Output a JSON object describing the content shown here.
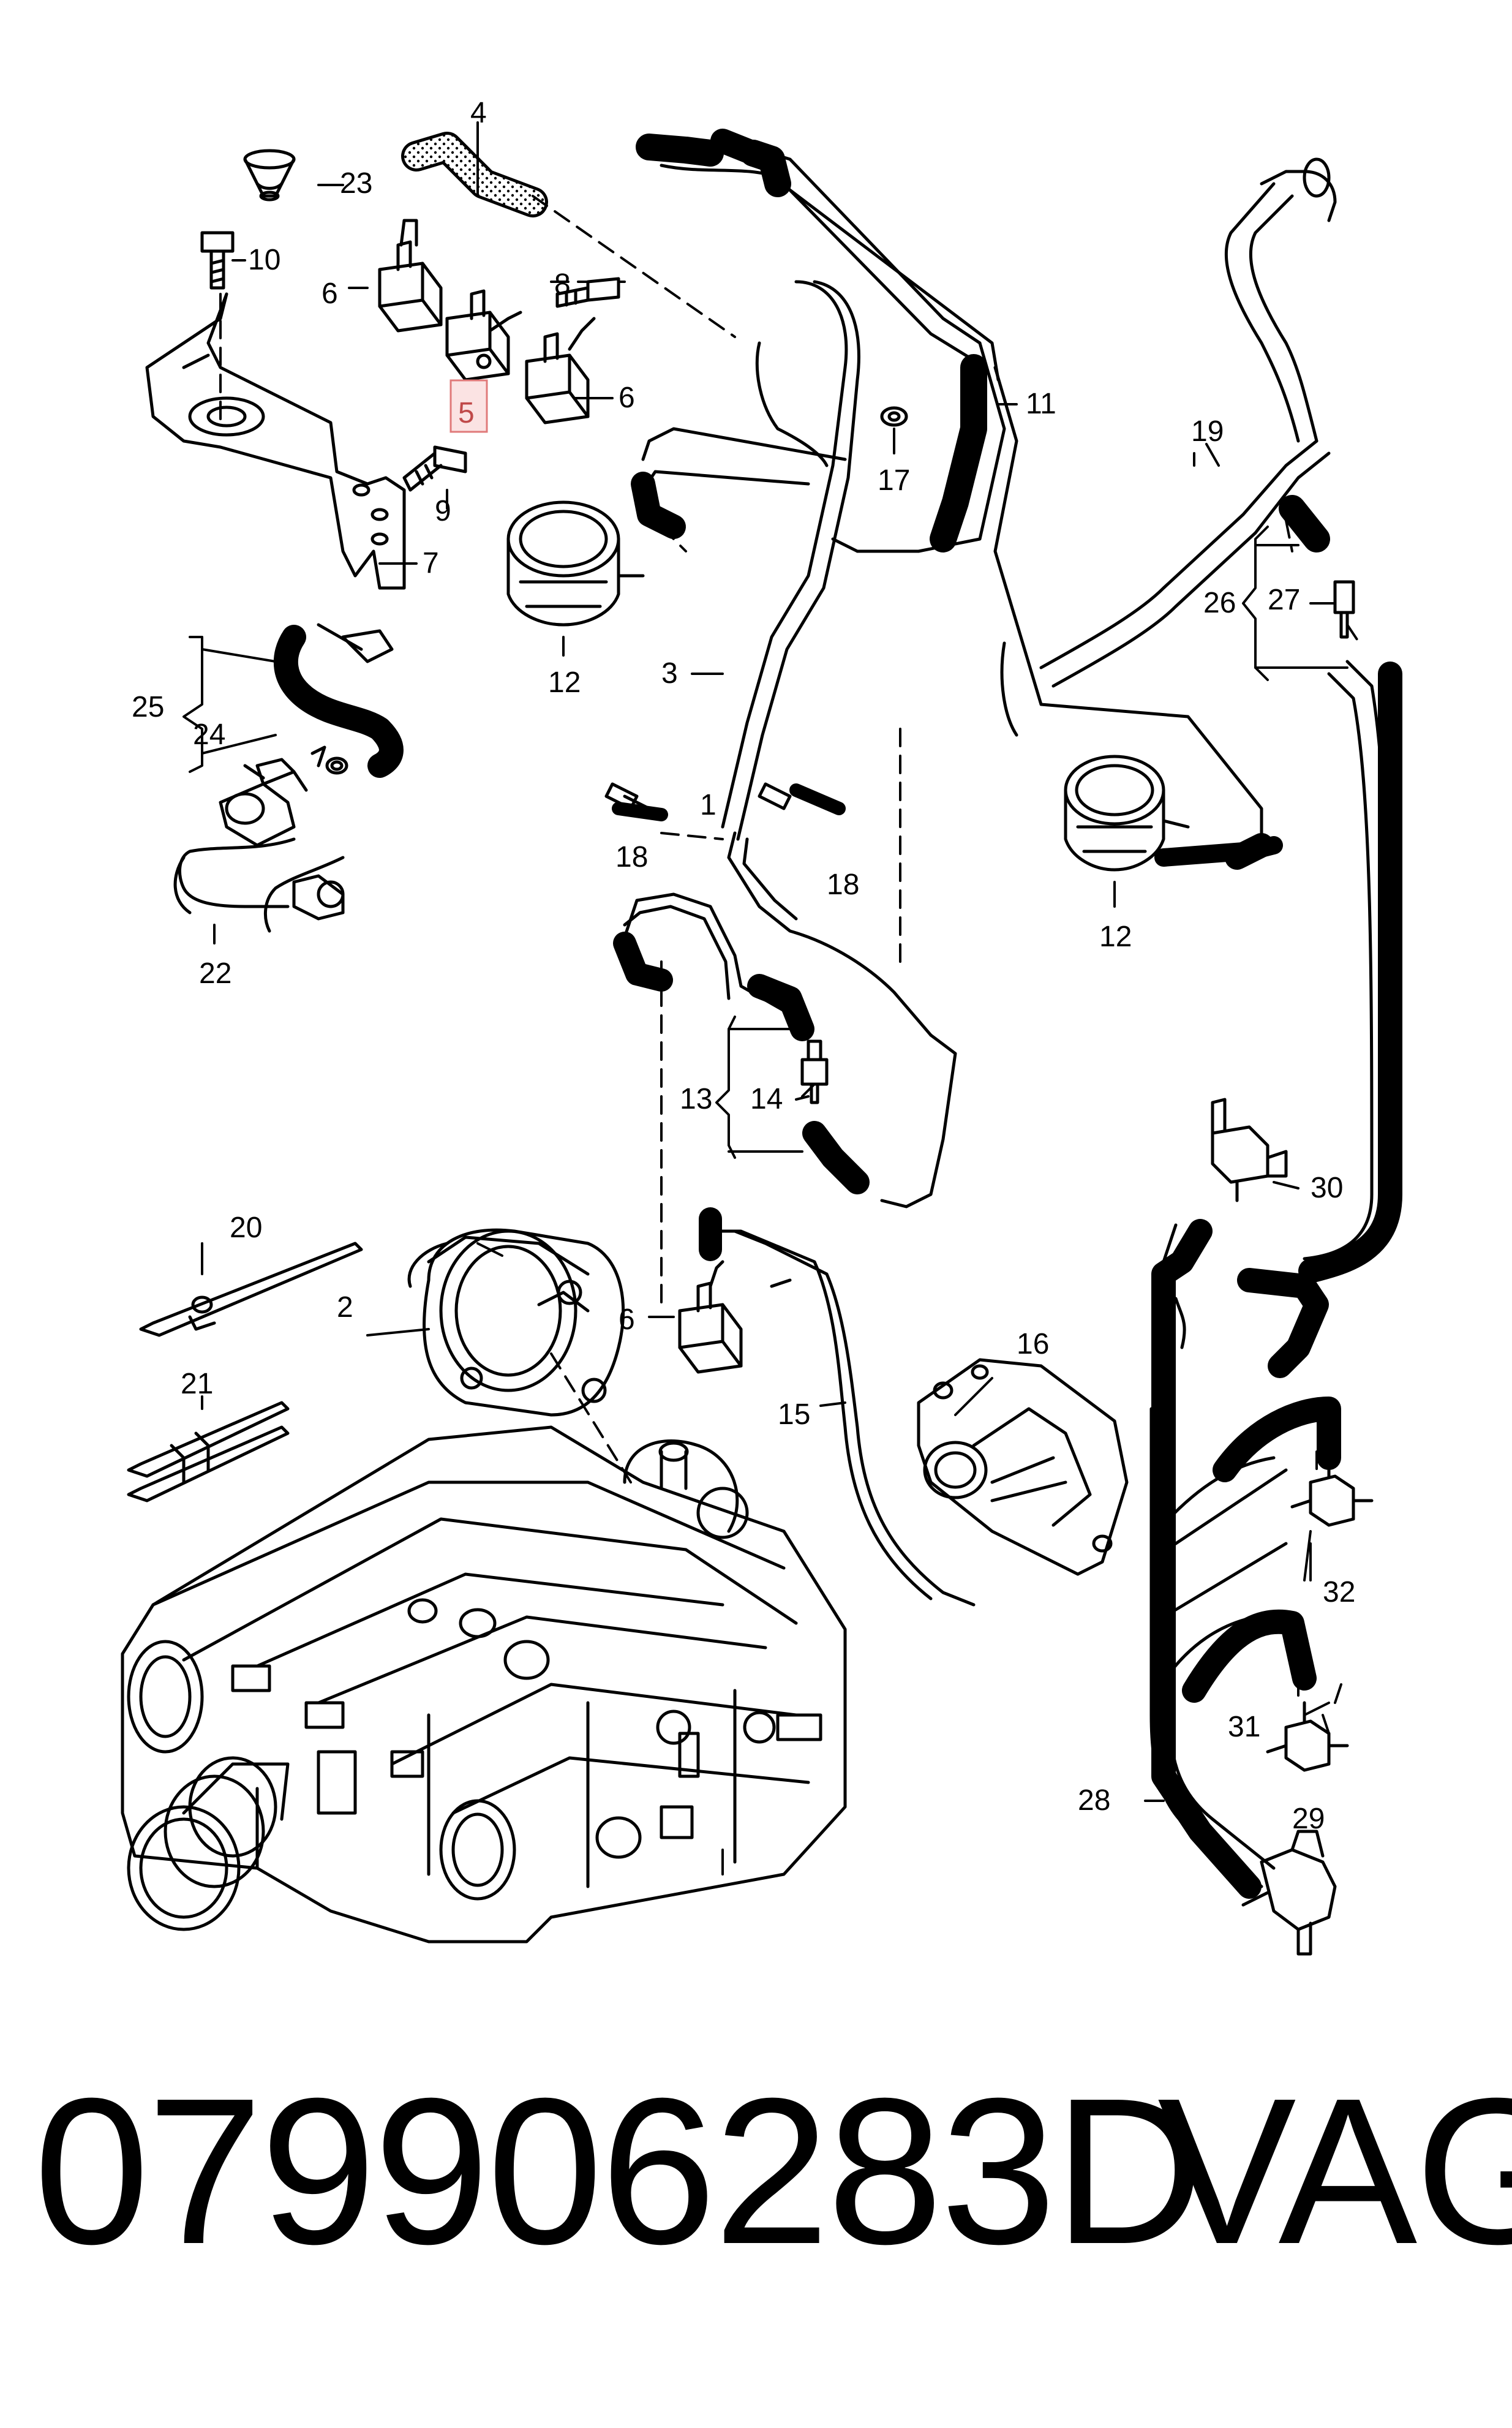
{
  "labels": [
    "1",
    "2",
    "3",
    "4",
    "5",
    "6",
    "6",
    "6",
    "7",
    "8",
    "9",
    "10",
    "11",
    "12",
    "12",
    "13",
    "14",
    "15",
    "16",
    "17",
    "18",
    "18",
    "19",
    "20",
    "21",
    "22",
    "23",
    "24",
    "25",
    "26",
    "27",
    "28",
    "29",
    "30",
    "31",
    "32"
  ],
  "highlighted_label": "5",
  "footer": {
    "part_number": "079906283D",
    "brand": "VAG"
  },
  "colors": {
    "line": "#000000",
    "highlight_border": "#e07a7a",
    "highlight_fill": "#fbe3e3"
  }
}
